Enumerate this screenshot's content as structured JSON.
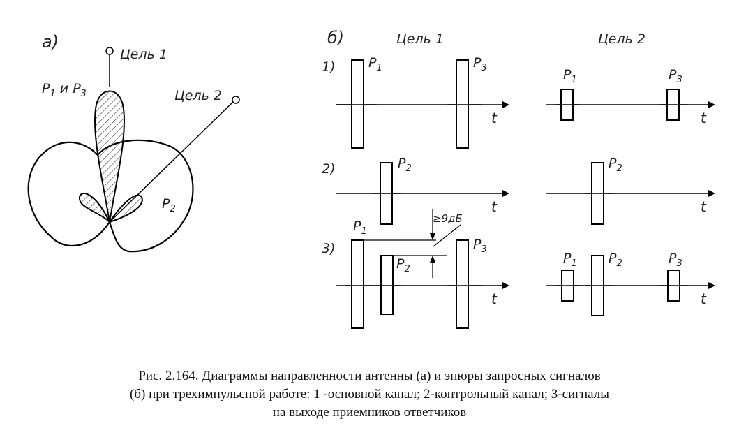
{
  "panel_a": {
    "label": "а)",
    "target1": "Цель 1",
    "target2": "Цель 2",
    "lobe_label_P": "P",
    "lobe_label_1": "1",
    "lobe_label_and": " и ",
    "lobe_label_3": "3",
    "omni_label_P": "P",
    "omni_label_2": "2"
  },
  "panel_b": {
    "label": "б)",
    "col1_title": "Цель 1",
    "col2_title": "Цель 2",
    "row1": "1)",
    "row2": "2)",
    "row3": "3)",
    "axis_label": "t",
    "pulse_P": "P",
    "sub1": "1",
    "sub2": "2",
    "sub3": "3",
    "db_note": "≥9дБ"
  },
  "caption": {
    "line1": "Рис. 2.164. Диаграммы направленности антенны (а) и эпюры запросных сигналов",
    "line2": "(б) при трехимпульсной работе: 1 -основной канал; 2-контрольный канал; 3-сигналы",
    "line3": "на выходе приемников ответчиков"
  }
}
